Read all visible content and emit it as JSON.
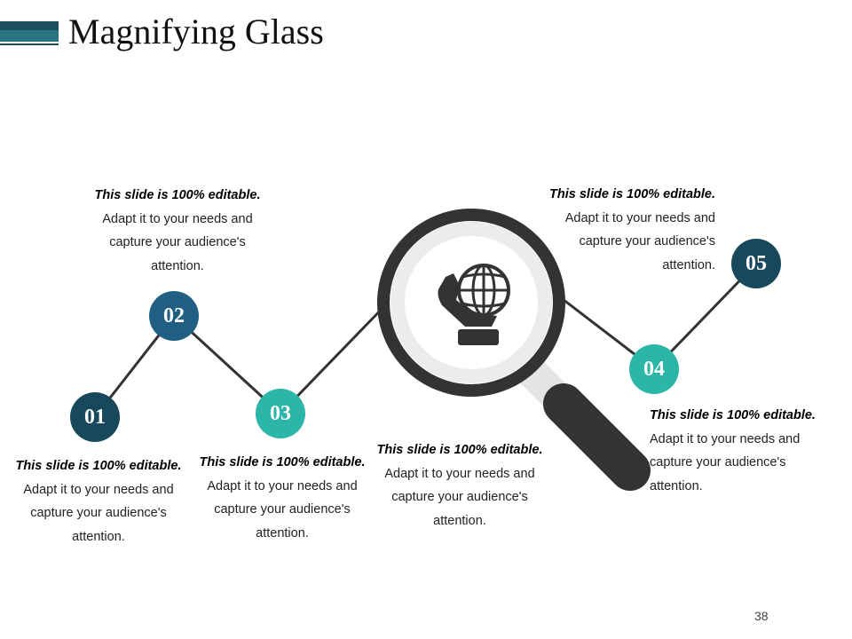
{
  "title": "Magnifying Glass",
  "page_number": "38",
  "colors": {
    "dark_navy": "#17485c",
    "steel_blue": "#215f82",
    "teal": "#2bb6a8",
    "glass_dark": "#333333",
    "glass_ring": "#ececec"
  },
  "icon": "globe-in-hand-icon",
  "steps": [
    {
      "number": "01",
      "heading": "This slide is 100% editable.",
      "line1": "Adapt it to your needs and",
      "line2": "capture your audience's",
      "line3": "attention."
    },
    {
      "number": "02",
      "heading": "This slide is 100% editable.",
      "line1": "Adapt it to your needs and",
      "line2": "capture your audience's",
      "line3": "attention."
    },
    {
      "number": "03",
      "heading": "This slide is 100% editable.",
      "line1": "Adapt it to your needs and",
      "line2": "capture your audience's",
      "line3": "attention."
    },
    {
      "number": "04",
      "heading": "This slide is 100% editable.",
      "line1": "Adapt it to your needs and",
      "line2": "capture your audience's",
      "line3": "attention."
    },
    {
      "number": "05",
      "heading": "This slide is 100% editable.",
      "line1": "Adapt it to your needs and",
      "line2": "capture your audience's",
      "line3": "attention."
    }
  ],
  "center_text": {
    "heading": "This slide is 100% editable.",
    "line1": "Adapt it to your needs and",
    "line2": "capture your audience's",
    "line3": "attention."
  }
}
